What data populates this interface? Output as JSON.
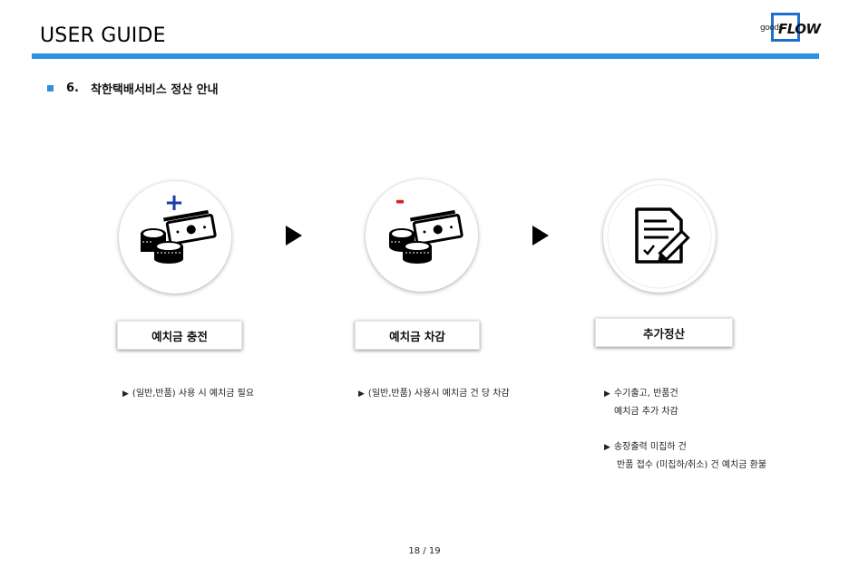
{
  "header": {
    "title": "USER GUIDE",
    "logo_small": "goods",
    "logo_big": "FLOW"
  },
  "section": {
    "number": "6.",
    "title": "착한택배서비스 정산 안내"
  },
  "steps": [
    {
      "symbol": "+",
      "label": "예치금 충전",
      "desc": [
        "(일반,반품) 사용 시 예치금 필요"
      ]
    },
    {
      "symbol": "-",
      "label": "예치금 차감",
      "desc": [
        "(일반,반품) 사용시 예치금 건 당 차감"
      ]
    },
    {
      "label": "추가정산",
      "desc": [
        "수기출고, 반품건",
        "예치금 추가 차감",
        "송장출력 미집하 건",
        "반품 접수 (미집하/취소) 건 예치금 환불"
      ]
    }
  ],
  "bullet_glyph": "▶",
  "colors": {
    "accent": "#2f8fe0",
    "plus": "#1a3fa8",
    "minus": "#e0201a"
  },
  "icons": [
    "coins-cash-icon",
    "coins-cash-icon",
    "document-pen-icon",
    "arrow-right-icon"
  ],
  "page": "18 / 19"
}
